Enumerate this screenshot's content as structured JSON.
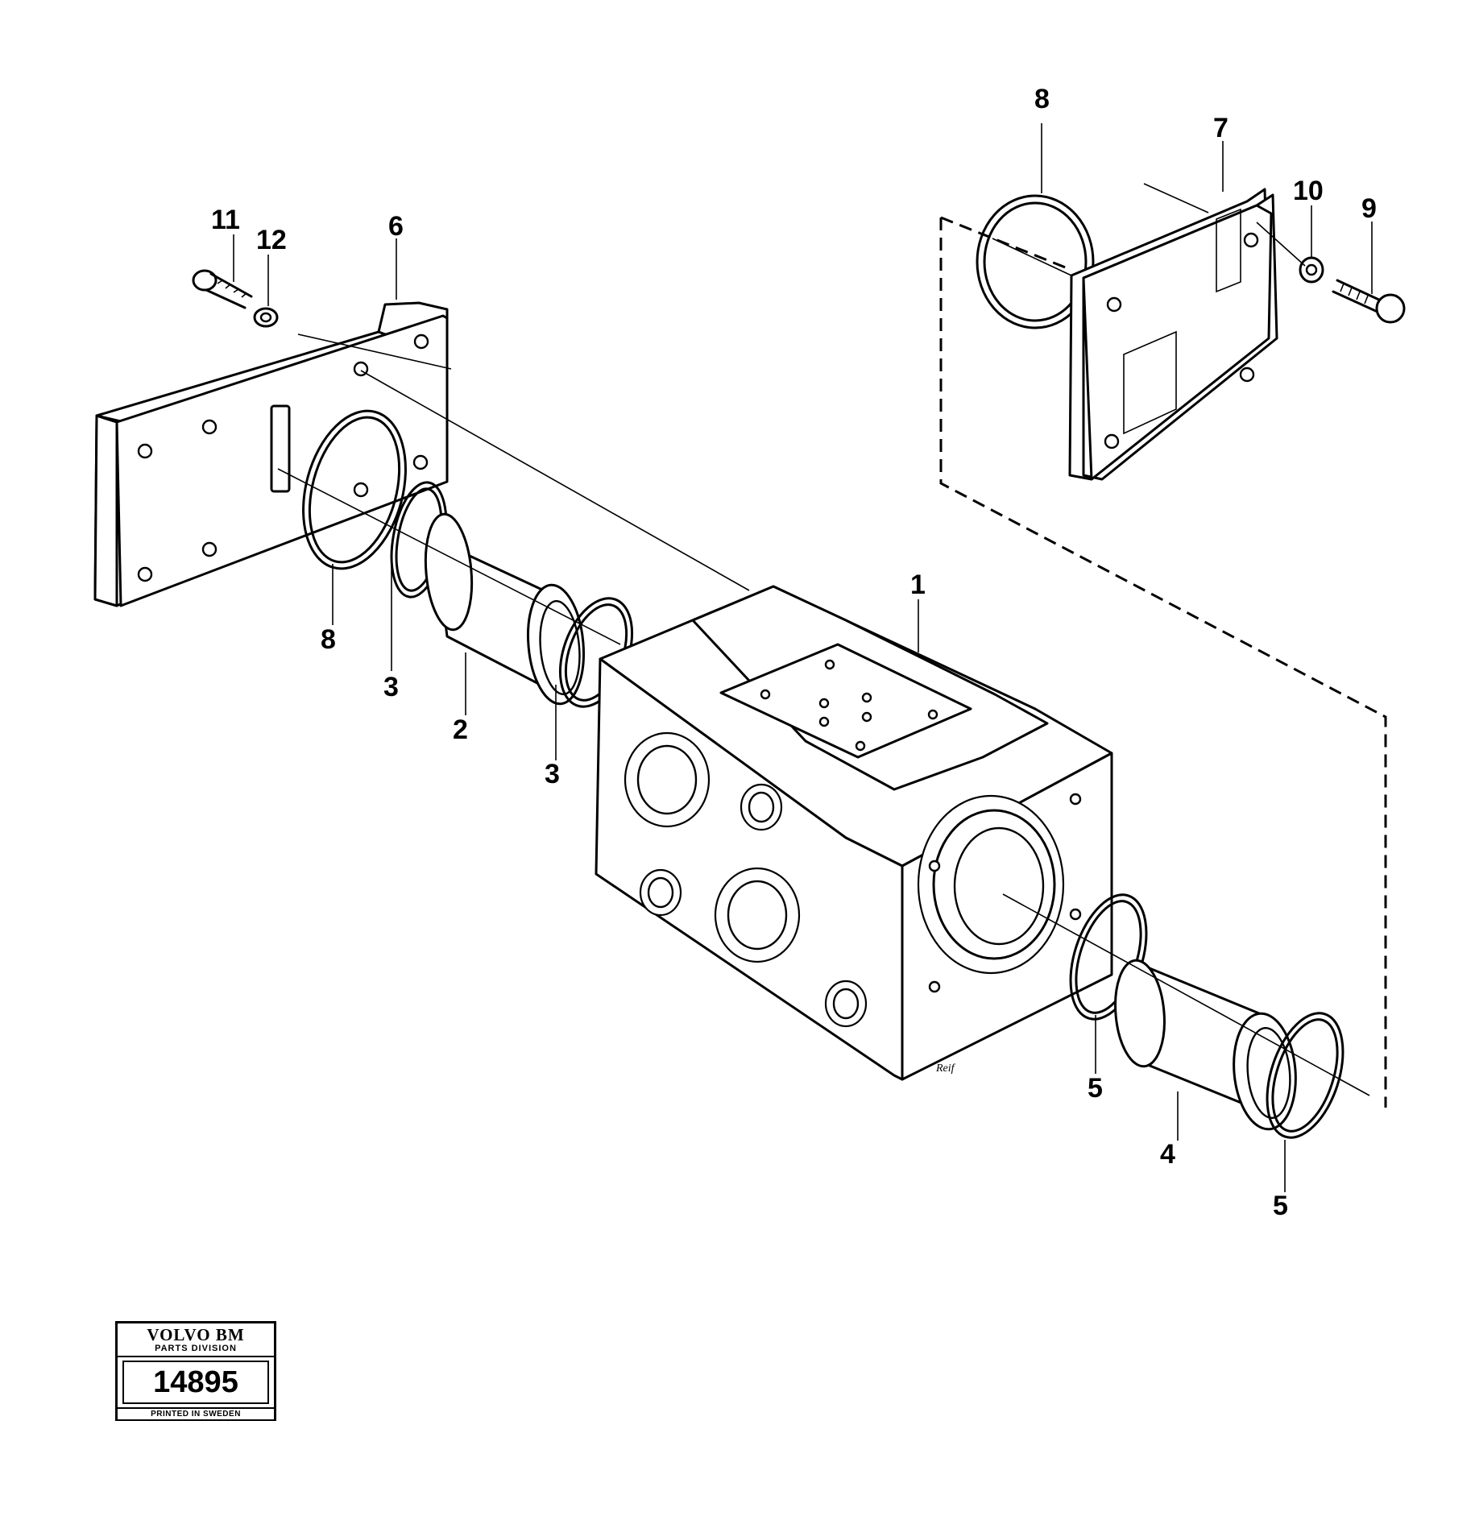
{
  "callouts": {
    "c1": "1",
    "c2": "2",
    "c3a": "3",
    "c3b": "3",
    "c4": "4",
    "c5a": "5",
    "c5b": "5",
    "c6": "6",
    "c7": "7",
    "c8a": "8",
    "c8b": "8",
    "c9": "9",
    "c10": "10",
    "c11": "11",
    "c12": "12"
  },
  "signature": "Reif",
  "stamp": {
    "brand": "VOLVO BM",
    "division": "PARTS DIVISION",
    "number": "14895",
    "footer": "PRINTED IN SWEDEN"
  }
}
